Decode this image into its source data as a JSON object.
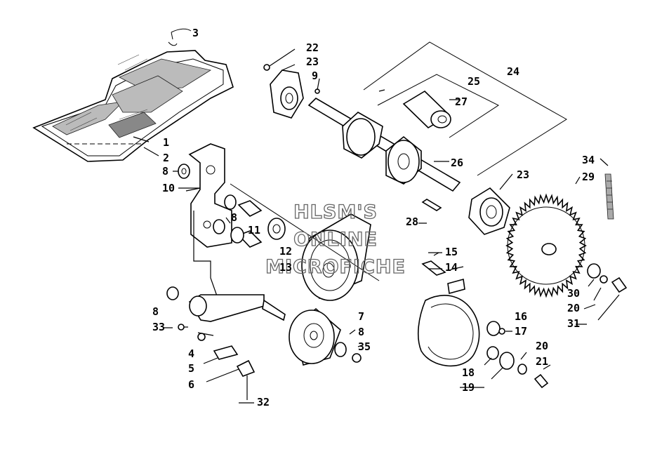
{
  "watermark": {
    "line1": "HLSM'S",
    "line2": "ONLINE",
    "line3": "MICROFICHE"
  },
  "callouts": [
    {
      "id": "c3",
      "label": "3"
    },
    {
      "id": "c1",
      "label": "1"
    },
    {
      "id": "c2",
      "label": "2"
    },
    {
      "id": "c22",
      "label": "22"
    },
    {
      "id": "c23a",
      "label": "23"
    },
    {
      "id": "c9",
      "label": "9"
    },
    {
      "id": "c24",
      "label": "24"
    },
    {
      "id": "c25",
      "label": "25"
    },
    {
      "id": "c27",
      "label": "27"
    },
    {
      "id": "c26",
      "label": "26"
    },
    {
      "id": "c23b",
      "label": "23"
    },
    {
      "id": "c34",
      "label": "34"
    },
    {
      "id": "c29",
      "label": "29"
    },
    {
      "id": "c8a",
      "label": "8"
    },
    {
      "id": "c10",
      "label": "10"
    },
    {
      "id": "c8b",
      "label": "8"
    },
    {
      "id": "c11",
      "label": "11"
    },
    {
      "id": "c12",
      "label": "12"
    },
    {
      "id": "c13",
      "label": "13"
    },
    {
      "id": "c28",
      "label": "28"
    },
    {
      "id": "c15",
      "label": "15"
    },
    {
      "id": "c14",
      "label": "14"
    },
    {
      "id": "c30",
      "label": "30"
    },
    {
      "id": "c20a",
      "label": "20"
    },
    {
      "id": "c31",
      "label": "31"
    },
    {
      "id": "c8c",
      "label": "8"
    },
    {
      "id": "c33",
      "label": "33"
    },
    {
      "id": "c7",
      "label": "7"
    },
    {
      "id": "c8d",
      "label": "8"
    },
    {
      "id": "c35",
      "label": "35"
    },
    {
      "id": "c16",
      "label": "16"
    },
    {
      "id": "c17",
      "label": "17"
    },
    {
      "id": "c4",
      "label": "4"
    },
    {
      "id": "c5",
      "label": "5"
    },
    {
      "id": "c6",
      "label": "6"
    },
    {
      "id": "c32",
      "label": "32"
    },
    {
      "id": "c18",
      "label": "18"
    },
    {
      "id": "c19",
      "label": "19"
    },
    {
      "id": "c20b",
      "label": "20"
    },
    {
      "id": "c21",
      "label": "21"
    }
  ]
}
